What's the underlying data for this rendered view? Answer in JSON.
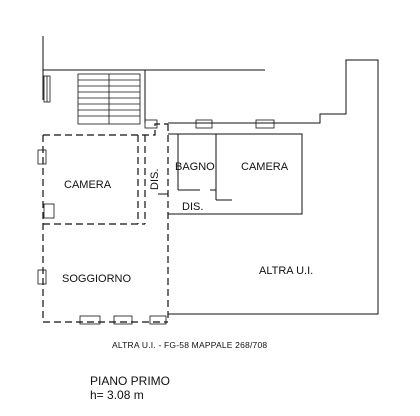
{
  "plan": {
    "rooms": [
      {
        "id": "camera-left",
        "label": "CAMERA"
      },
      {
        "id": "soggiorno",
        "label": "SOGGIORNO"
      },
      {
        "id": "dis-vertical",
        "label": "DIS."
      },
      {
        "id": "bagno",
        "label": "BAGNO"
      },
      {
        "id": "camera-right",
        "label": "CAMERA"
      },
      {
        "id": "dis-horizontal",
        "label": "DIS."
      },
      {
        "id": "altra-ui",
        "label": "ALTRA U.I."
      }
    ],
    "neighbor_caption": "ALTRA U.I. - FG-58 MAPPALE 268/708",
    "floor_title": "PIANO PRIMO",
    "floor_height": "h= 3.08 m"
  }
}
